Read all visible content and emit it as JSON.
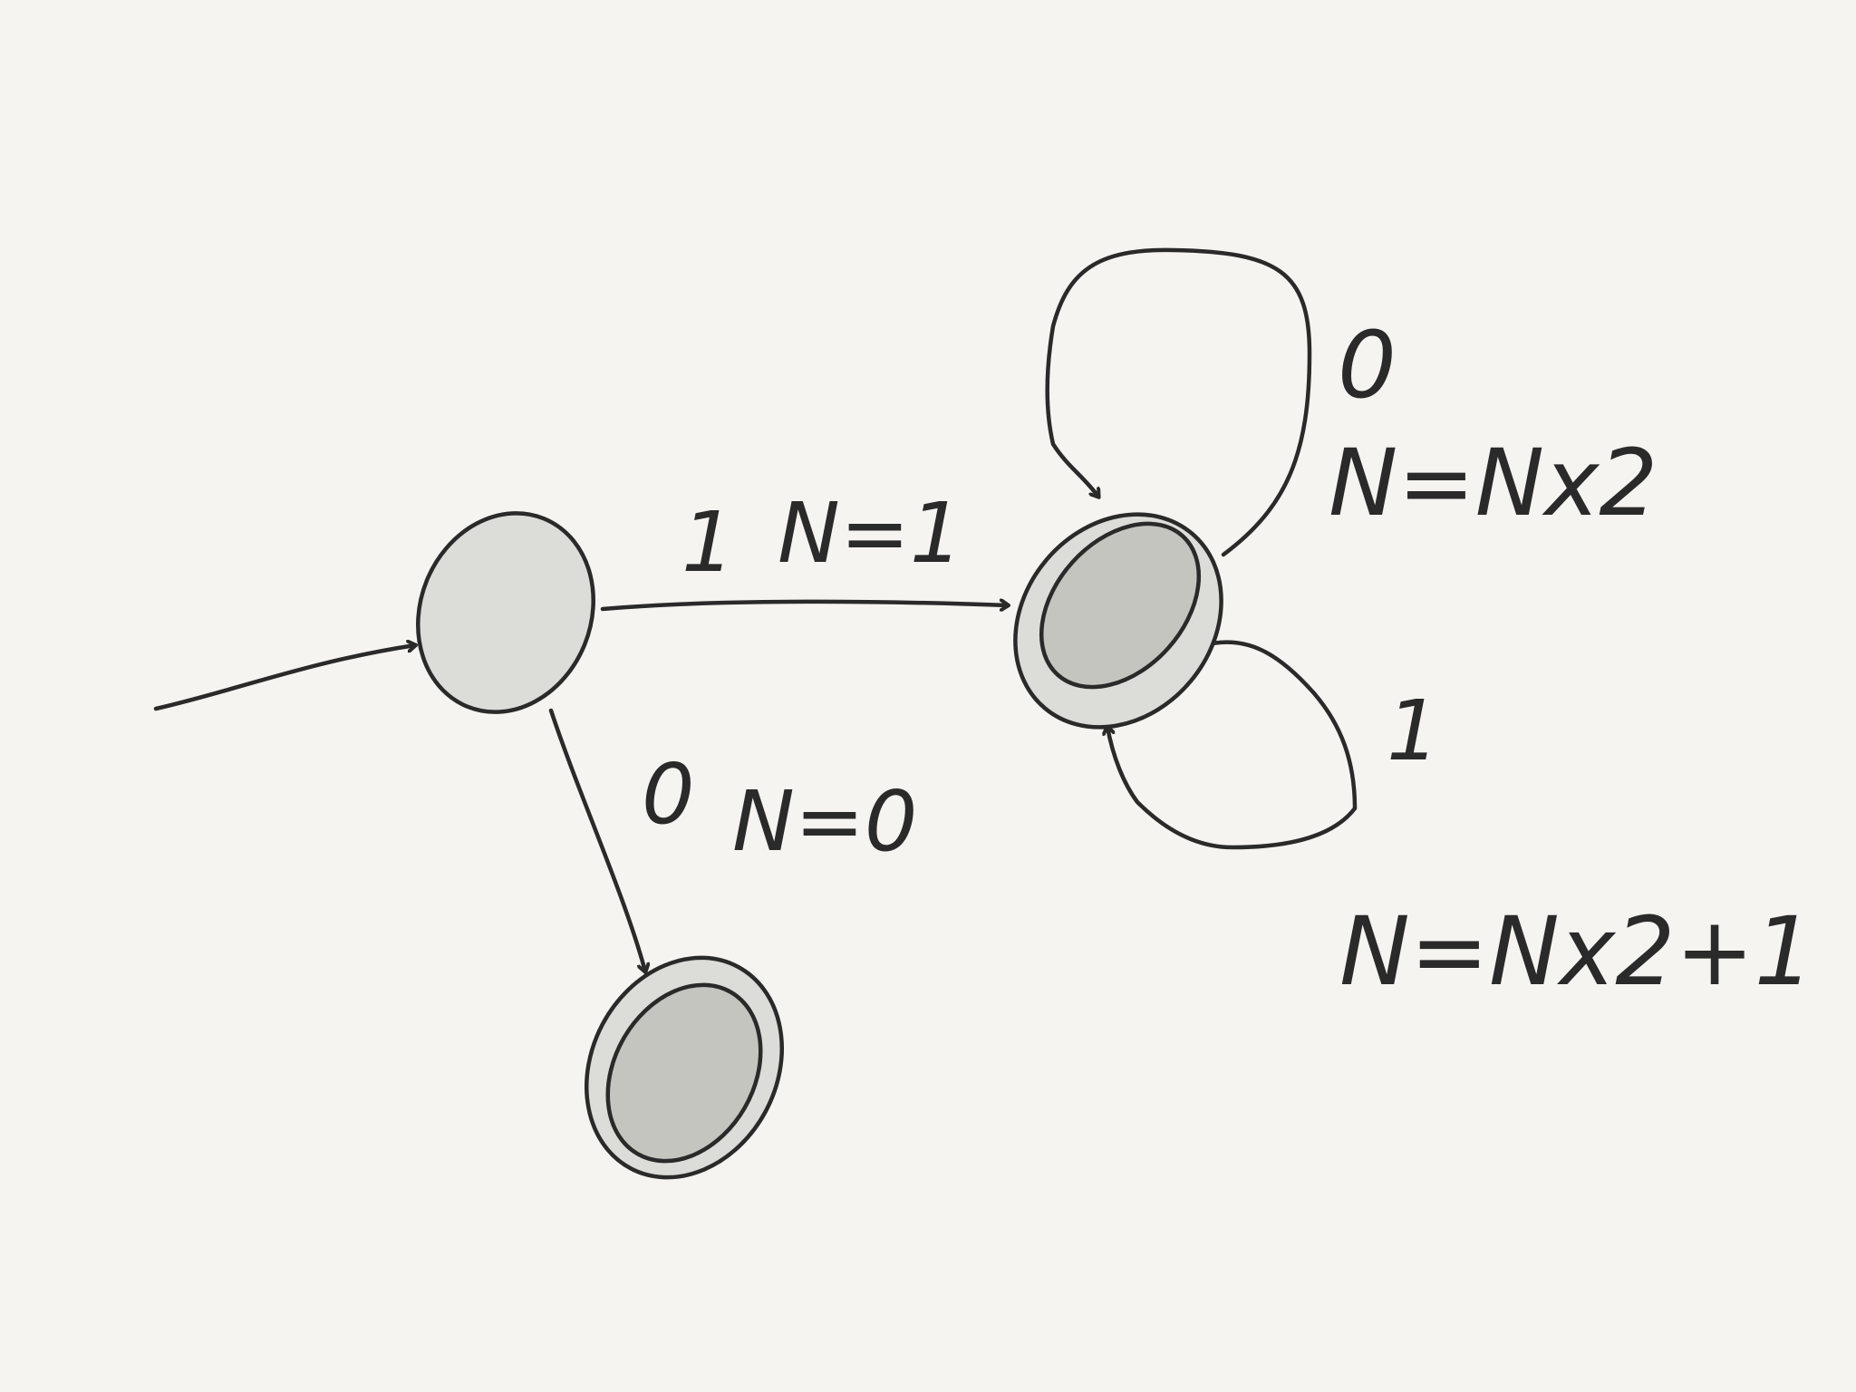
{
  "colors": {
    "background": "#f5f4f0",
    "stroke": "#2a2a2a",
    "state_fill": "#dcdcd8",
    "accept_inner_fill": "#c4c5bf"
  },
  "states": [
    {
      "id": "start",
      "accepting": false
    },
    {
      "id": "zero",
      "accepting": true
    },
    {
      "id": "nonzero",
      "accepting": true
    }
  ],
  "transitions": [
    {
      "from": "entry",
      "to": "start",
      "input": "",
      "action": ""
    },
    {
      "from": "start",
      "to": "nonzero",
      "input": "1",
      "action": "N=1"
    },
    {
      "from": "start",
      "to": "zero",
      "input": "0",
      "action": "N=0"
    },
    {
      "from": "nonzero",
      "to": "nonzero",
      "input": "0",
      "action": "N=Nx2"
    },
    {
      "from": "nonzero",
      "to": "nonzero",
      "input": "1",
      "action": "N=Nx2+1"
    }
  ]
}
